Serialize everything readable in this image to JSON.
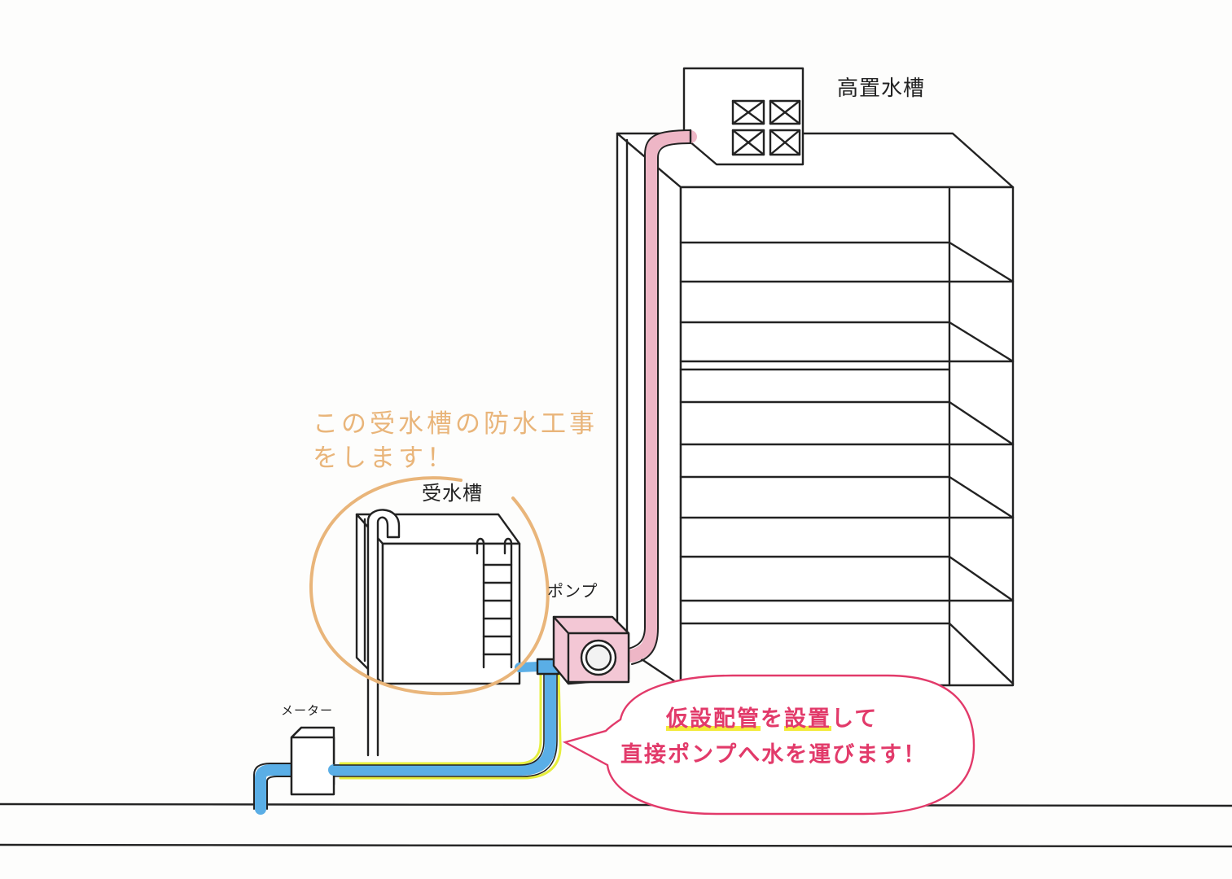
{
  "labels": {
    "high_tank": "高置水槽",
    "receive_tank": "受水槽",
    "pump": "ポンプ",
    "meter": "メーター"
  },
  "note": {
    "line1": "この受水槽の防水工事",
    "line2": "をします！"
  },
  "bubble": {
    "line1_highlight": "仮設配管",
    "line1_mid": "を",
    "line1_highlight2": "設置",
    "line1_tail": "して",
    "line2": "直接ポンプへ水を運びます！"
  },
  "colors": {
    "outline": "#222222",
    "note_orange": "#e9b57a",
    "bubble_pink": "#e23a6a",
    "pipe_pink": "#eeb6c6",
    "pipe_blue": "#5aaee6",
    "temp_pipe_yellow": "#e6ee3c"
  }
}
